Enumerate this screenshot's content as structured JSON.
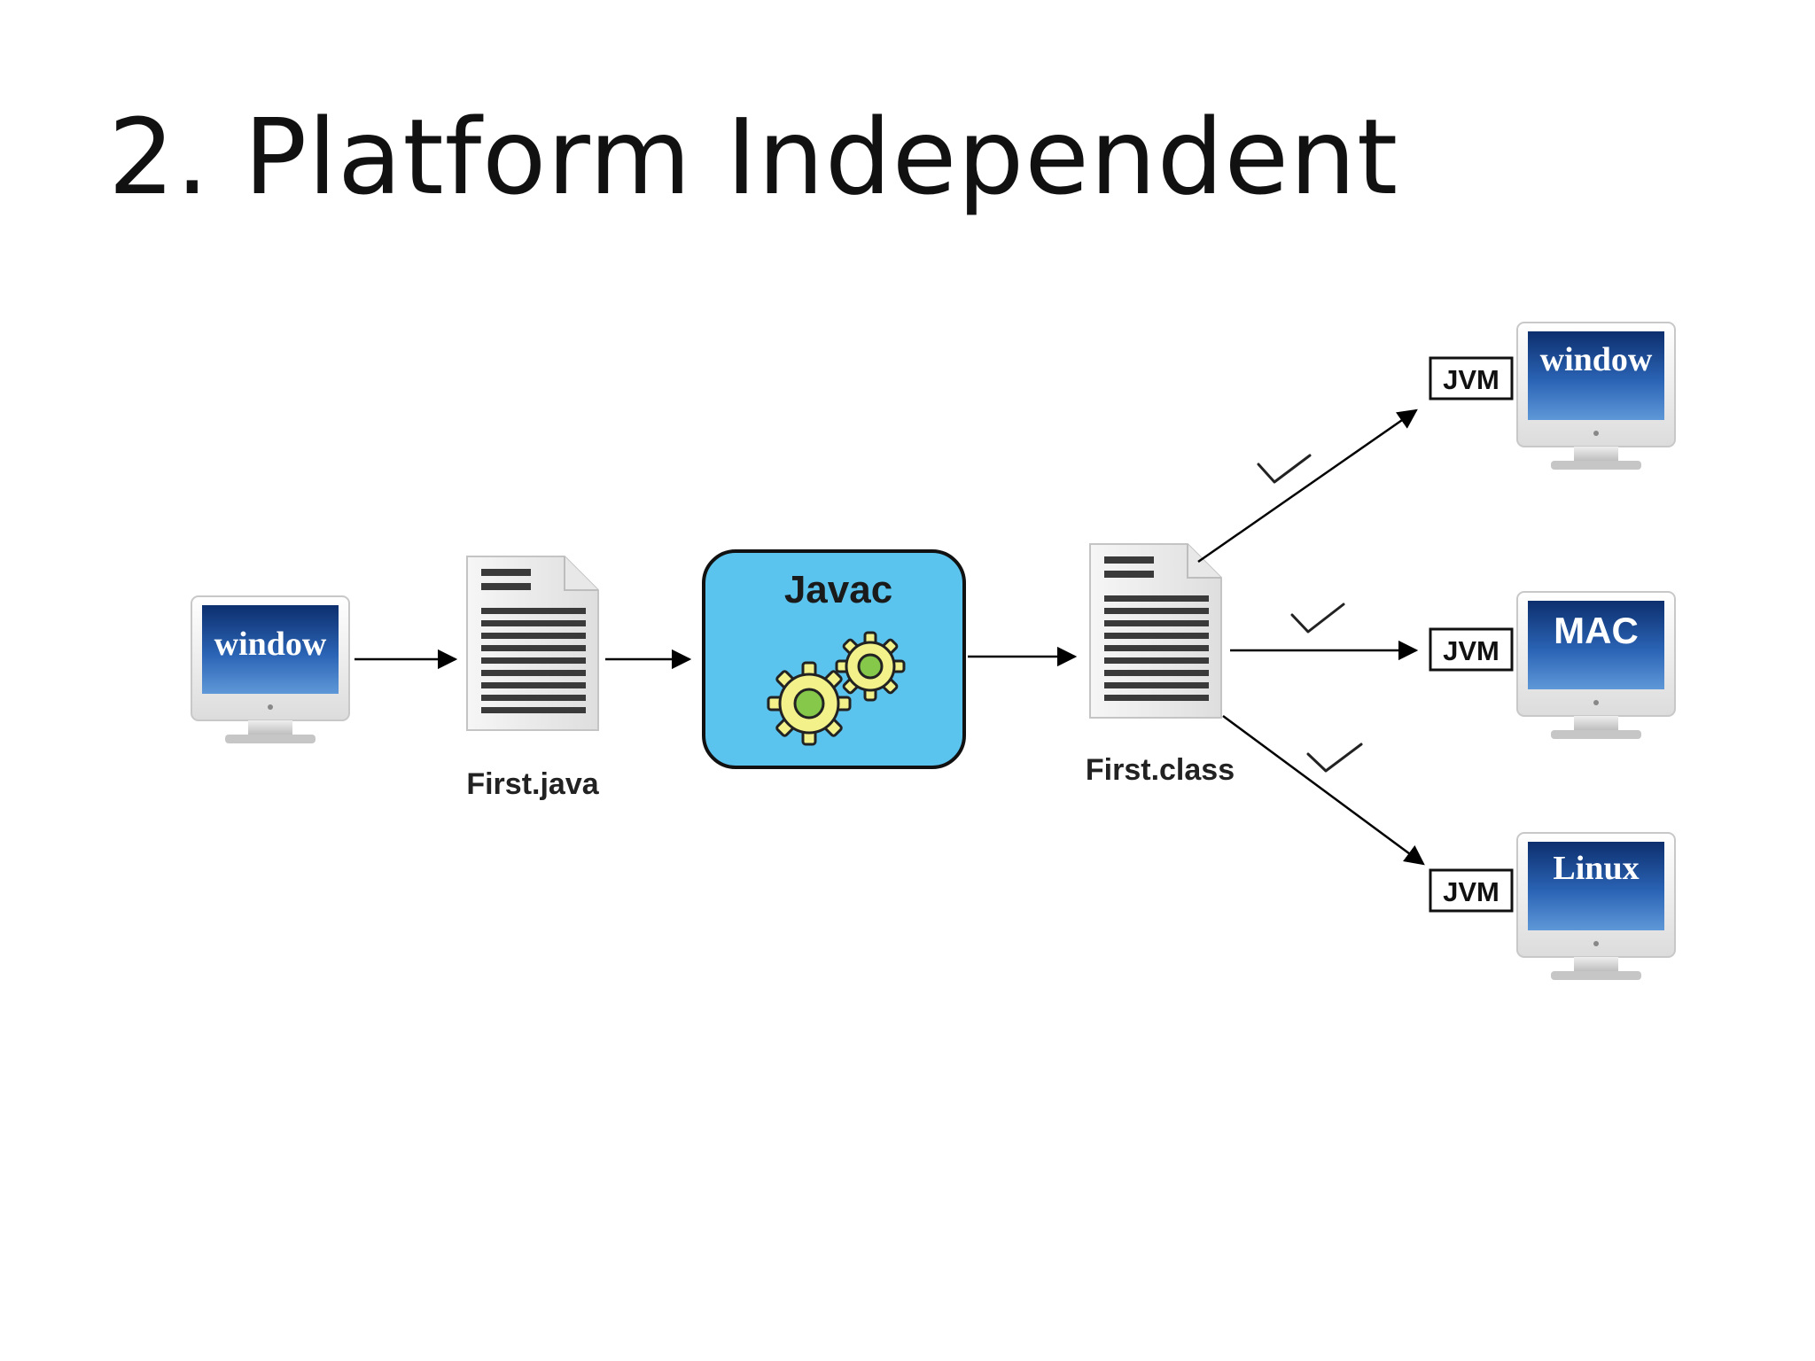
{
  "title": "2. Platform Independent",
  "diagram": {
    "source_machine": {
      "screen_label": "window"
    },
    "source_file": {
      "label": "First.java"
    },
    "compiler": {
      "label": "Javac"
    },
    "bytecode_file": {
      "label": "First.class"
    },
    "targets": [
      {
        "screen_label": "window",
        "runtime_label": "JVM"
      },
      {
        "screen_label": "MAC",
        "runtime_label": "JVM"
      },
      {
        "screen_label": "Linux",
        "runtime_label": "JVM"
      }
    ]
  },
  "colors": {
    "compiler_fill": "#5bc4ee",
    "screen_blue": "#1d4f9a",
    "gear_yellow": "#f3f28a",
    "gear_center": "#86c94a",
    "arrow": "#000000"
  },
  "icons": [
    "monitor-icon",
    "document-icon",
    "gears-icon",
    "checkmark-icon",
    "arrow-icon"
  ]
}
